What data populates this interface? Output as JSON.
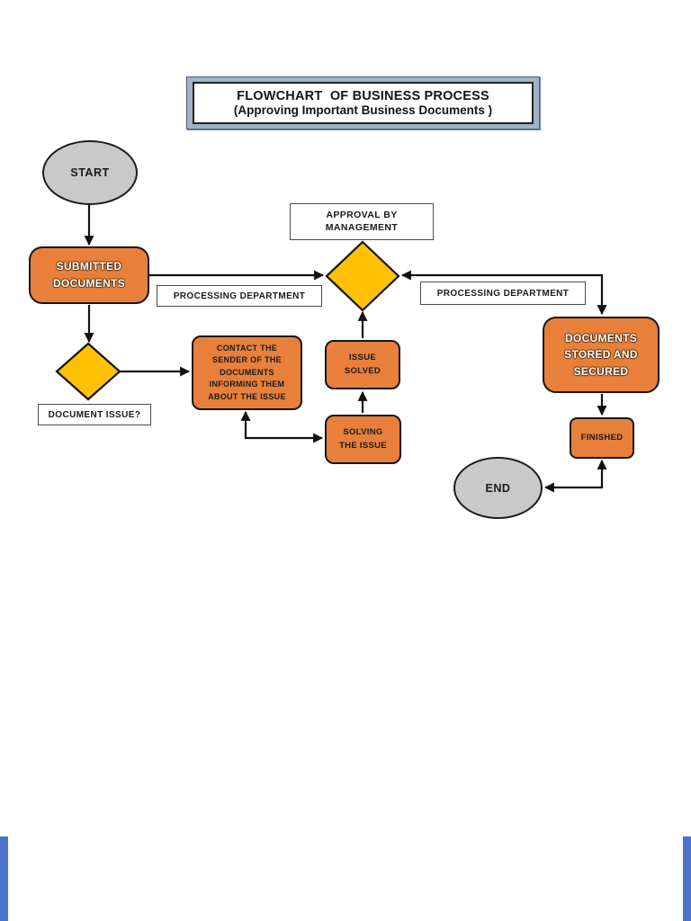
{
  "title": {
    "line1": "FLOWCHART  OF BUSINESS PROCESS",
    "line2": "(Approving Important Business Documents )"
  },
  "nodes": {
    "start": {
      "label": "START"
    },
    "submitted": {
      "label": "SUBMITTED\nDOCUMENTS"
    },
    "approval_label": {
      "label": "APPROVAL BY\nMANAGEMENT"
    },
    "processing_left": {
      "label": "PROCESSING DEPARTMENT"
    },
    "processing_right": {
      "label": "PROCESSING DEPARTMENT"
    },
    "document_issue": {
      "label": "DOCUMENT ISSUE?"
    },
    "contact": {
      "label": "CONTACT THE\nSENDER OF THE\nDOCUMENTS\nINFORMING THEM\nABOUT THE ISSUE"
    },
    "issue_solved": {
      "label": "ISSUE\nSOLVED"
    },
    "solving": {
      "label": "SOLVING\nTHE ISSUE"
    },
    "stored": {
      "label": "DOCUMENTS\nSTORED AND\nSECURED"
    },
    "finished": {
      "label": "FINISHED"
    },
    "end": {
      "label": "END"
    }
  },
  "colors": {
    "process_fill": "#E8803C",
    "decision_fill": "#FFC103",
    "terminator_fill": "#C9C9C9",
    "shape_border": "#151515",
    "title_frame": "#A3B1C6",
    "page_edge_bars": "#4D73CB"
  }
}
